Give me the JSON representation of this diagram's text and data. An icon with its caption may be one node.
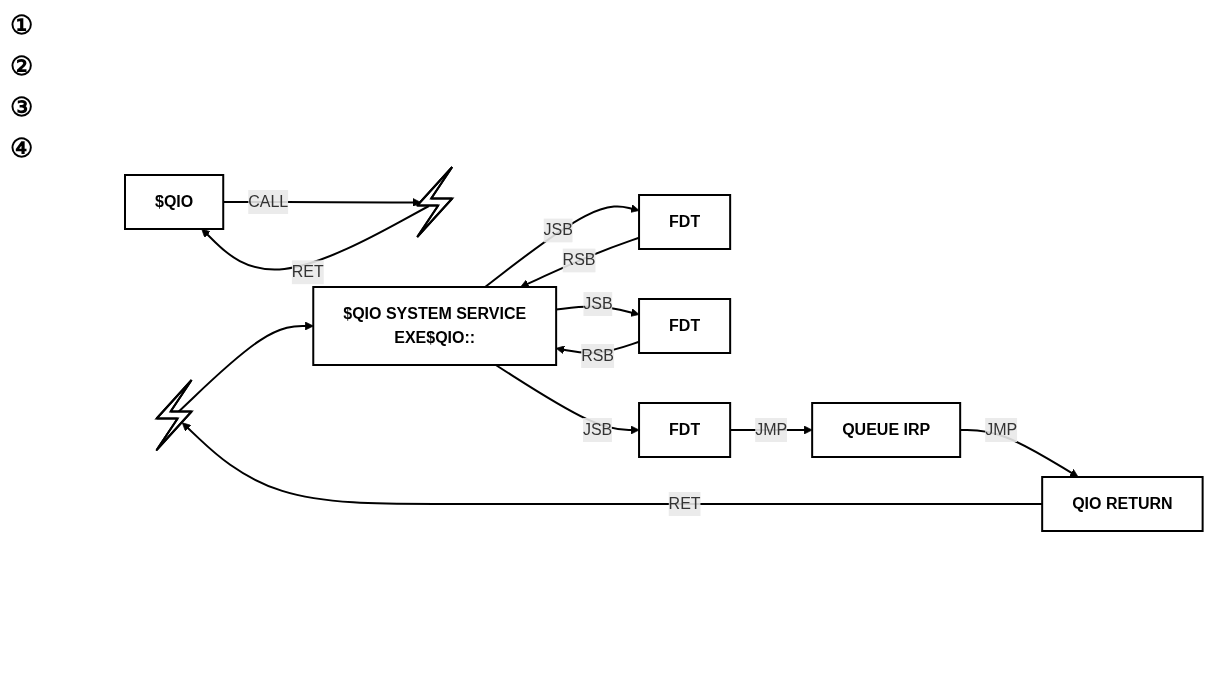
{
  "diagram": {
    "nodes": [
      {
        "text": [
          "$QIO"
        ]
      },
      {
        "text": [],
        "shape": "bar"
      },
      {
        "text": [],
        "shape": "bar"
      },
      {
        "text": [
          "$QIO SYSTEM SERVICE",
          "EXE$QIO::"
        ]
      },
      {
        "text": [
          "FDT"
        ]
      },
      {
        "text": [
          "FDT"
        ]
      },
      {
        "text": [
          "FDT"
        ]
      },
      {
        "text": [
          "QUEUE IRP"
        ]
      },
      {
        "text": [
          "QIO RETURN"
        ]
      }
    ],
    "edges": [
      {
        "from": 0,
        "to": 1,
        "label": "CALL",
        "arrow": "to"
      },
      {
        "from": 1,
        "to": 0,
        "label": "RET",
        "arrow": "to"
      },
      {
        "from": 2,
        "to": 3,
        "arrow": "to"
      },
      {
        "from": 3,
        "to": 4,
        "label": "JSB",
        "arrow": "to"
      },
      {
        "from": 4,
        "to": 3,
        "label": "RSB",
        "arrow": "to"
      },
      {
        "from": 3,
        "to": 5,
        "label": "JSB",
        "arrow": "to"
      },
      {
        "from": 5,
        "to": 3,
        "label": "RSB",
        "arrow": "to"
      },
      {
        "from": 3,
        "to": 6,
        "label": "JSB",
        "arrow": "to"
      },
      {
        "from": 6,
        "to": 7,
        "label": "JMP",
        "arrow": "to"
      },
      {
        "from": 7,
        "to": 8,
        "label": "JMP",
        "arrow": "to"
      },
      {
        "from": 8,
        "to": 2,
        "label": "RET",
        "arrow": "to"
      }
    ],
    "labels": [
      "①",
      "②",
      "③",
      "④"
    ]
  }
}
